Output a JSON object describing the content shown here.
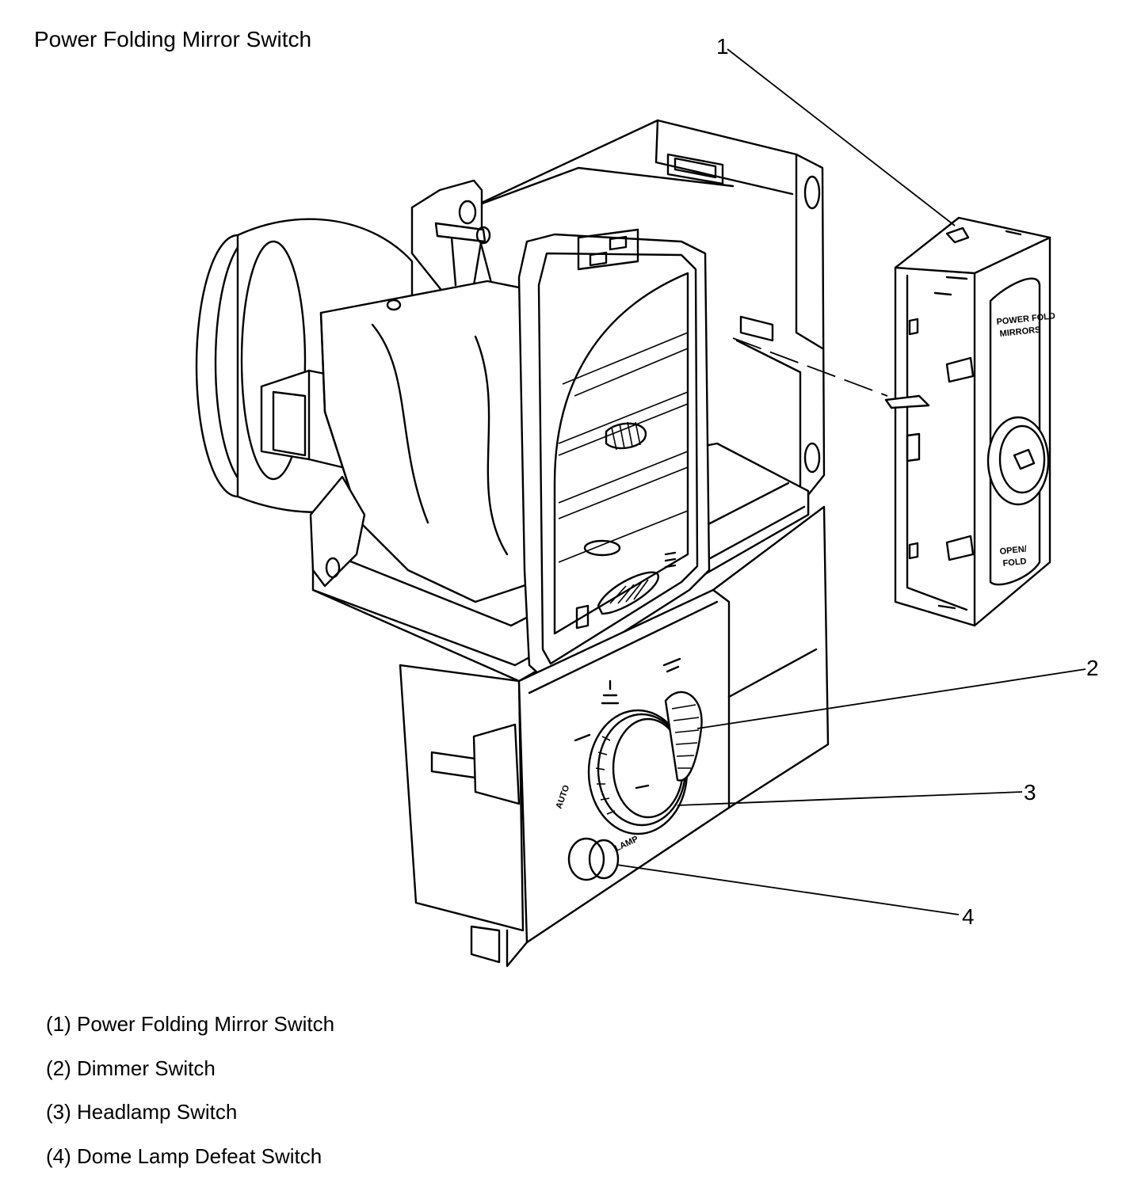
{
  "title": "Power Folding Mirror Switch",
  "callouts": [
    {
      "number": "1"
    },
    {
      "number": "2"
    },
    {
      "number": "3"
    },
    {
      "number": "4"
    }
  ],
  "switch_labels": {
    "mode_top": "POWER FOLD",
    "mode_top_2": "MIRRORS",
    "mode_bottom": "OPEN/",
    "mode_bottom_2": "FOLD",
    "auto": "AUTO",
    "lamp": "LAMP"
  },
  "legend": [
    {
      "label": "(1) Power Folding Mirror Switch"
    },
    {
      "label": "(2) Dimmer Switch"
    },
    {
      "label": "(3) Headlamp Switch"
    },
    {
      "label": "(4) Dome Lamp Defeat Switch"
    }
  ]
}
